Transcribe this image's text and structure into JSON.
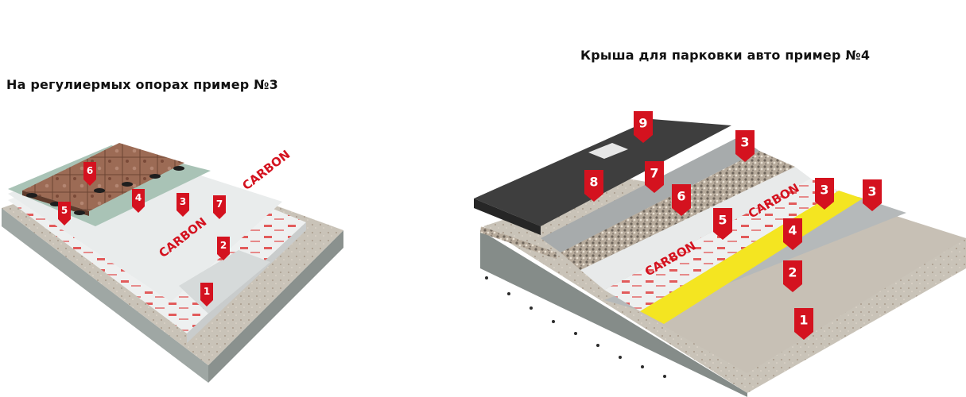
{
  "left_panel": {
    "title": "На регулиермых опорах пример №3",
    "layer_markers": [
      "1",
      "2",
      "3",
      "4",
      "5",
      "6",
      "7"
    ]
  },
  "right_panel": {
    "title": "Крыша для парковки авто пример №4",
    "layer_markers": [
      "1",
      "2",
      "3",
      "3",
      "3",
      "4",
      "5",
      "6",
      "7",
      "8",
      "9"
    ]
  },
  "brand_text": "CARBON",
  "colors": {
    "marker": "#d4121f",
    "concrete": "#b9bfbd",
    "tile": "#9c6b55",
    "asphalt": "#3e3e3e",
    "yellow_layer": "#f4e521",
    "gravel": "#8c8378"
  }
}
